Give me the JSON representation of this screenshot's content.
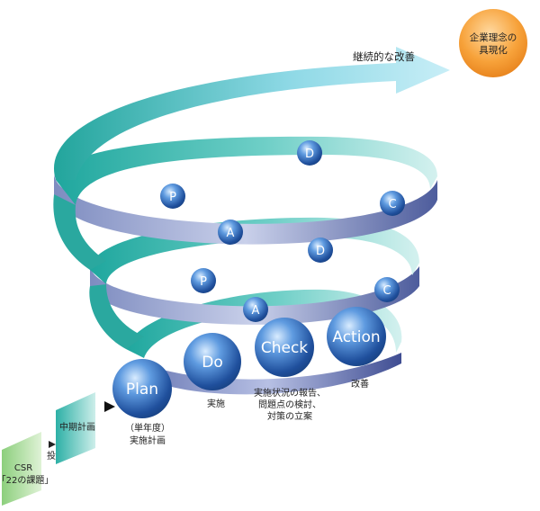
{
  "goal": {
    "line1": "企業理念の",
    "line2": "具現化"
  },
  "arrow_label": "継続的な改善",
  "upper_cycle": {
    "p": "P",
    "d": "D",
    "c": "C",
    "a": "A"
  },
  "middle_cycle": {
    "p": "P",
    "d": "D",
    "c": "C",
    "a": "A"
  },
  "pdca": {
    "plan": {
      "label": "Plan",
      "desc1": "（単年度）",
      "desc2": "実施計画"
    },
    "do": {
      "label": "Do",
      "desc1": "実施"
    },
    "check": {
      "label": "Check",
      "desc1": "実施状況の報告、",
      "desc2": "問題点の検討、",
      "desc3": "対策の立案"
    },
    "action": {
      "label": "Action",
      "desc1": "改善"
    }
  },
  "steps": {
    "csr_line1": "CSR",
    "csr_line2": "「22の課題」",
    "projection": "投影",
    "midterm": "中期計画"
  },
  "colors": {
    "teal": "#33b5ae",
    "navy": "#5a6aa8",
    "orange": "#f39a2c",
    "ball": "#3a78c4",
    "green": "#7ac46a"
  }
}
